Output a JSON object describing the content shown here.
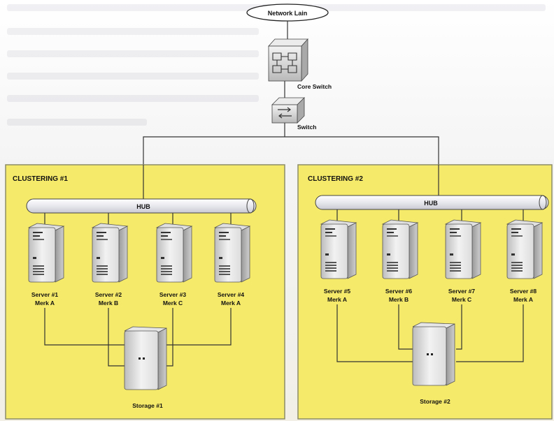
{
  "network": {
    "external_label": "Network Lain",
    "core_switch_label": "Core Switch",
    "switch_label": "Switch"
  },
  "clusters": [
    {
      "title": "CLUSTERING #1",
      "hub_label": "HUB",
      "servers": [
        {
          "name": "Server #1",
          "brand": "Merk A"
        },
        {
          "name": "Server #2",
          "brand": "Merk B"
        },
        {
          "name": "Server #3",
          "brand": "Merk C"
        },
        {
          "name": "Server #4",
          "brand": "Merk A"
        }
      ],
      "storage_label": "Storage #1"
    },
    {
      "title": "CLUSTERING #2",
      "hub_label": "HUB",
      "servers": [
        {
          "name": "Server #5",
          "brand": "Merk A"
        },
        {
          "name": "Server #6",
          "brand": "Merk B"
        },
        {
          "name": "Server #7",
          "brand": "Merk C"
        },
        {
          "name": "Server #8",
          "brand": "Merk A"
        }
      ],
      "storage_label": "Storage #2"
    }
  ],
  "colors": {
    "cluster_fill": "#f6ea6a",
    "cluster_border": "#8c8c66",
    "line": "#333333"
  },
  "icons": [
    "network-cloud-icon",
    "core-switch-icon",
    "switch-icon",
    "server-icon",
    "storage-icon",
    "hub-icon"
  ]
}
